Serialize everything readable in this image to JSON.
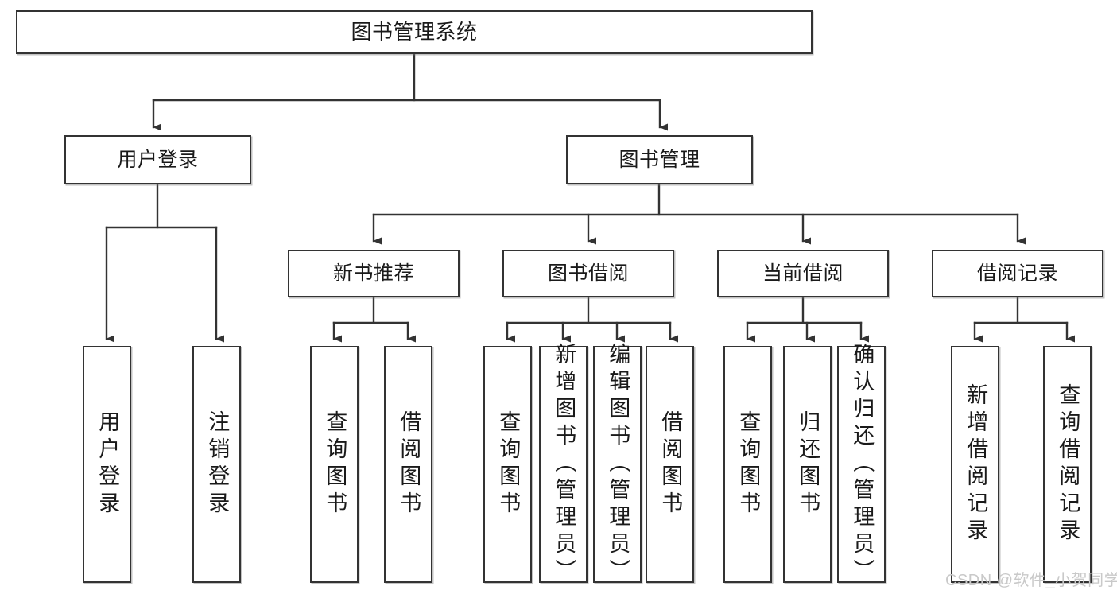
{
  "diagram": {
    "title": "图书管理系统",
    "type": "tree",
    "orientation": "top-down",
    "colors": {
      "box_border": "#333333",
      "box_fill": "#ffffff",
      "connector": "#333333",
      "text": "#1a1a1a",
      "watermark": "#c9c9c9",
      "background": "#ffffff"
    }
  },
  "root": {
    "label": "图书管理系统"
  },
  "level2": [
    {
      "label": "用户登录"
    },
    {
      "label": "图书管理"
    }
  ],
  "level3": [
    {
      "label": "新书推荐"
    },
    {
      "label": "图书借阅"
    },
    {
      "label": "当前借阅"
    },
    {
      "label": "借阅记录"
    }
  ],
  "leaves": {
    "user_login": [
      {
        "label": "用户登录"
      },
      {
        "label": "注销登录"
      }
    ],
    "new_book_recommend": [
      {
        "label": "查询图书"
      },
      {
        "label": "借阅图书"
      }
    ],
    "book_borrow": [
      {
        "label": "查询图书"
      },
      {
        "label": "新增图书（管理员）"
      },
      {
        "label": "编辑图书（管理员）"
      },
      {
        "label": "借阅图书"
      }
    ],
    "current_borrow": [
      {
        "label": "查询图书"
      },
      {
        "label": "归还图书"
      },
      {
        "label": "确认归还（管理员）"
      }
    ],
    "borrow_record": [
      {
        "label": "新增借阅记录"
      },
      {
        "label": "查询借阅记录"
      }
    ]
  },
  "watermark": {
    "text": "CSDN @软件_小贺同学"
  }
}
